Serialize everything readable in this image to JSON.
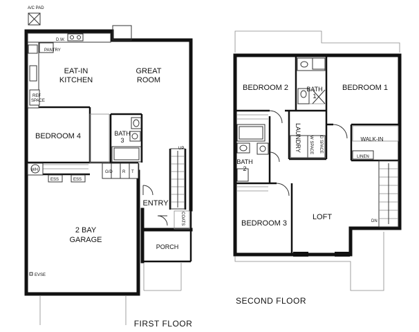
{
  "first_floor": {
    "title": "FIRST FLOOR",
    "labels": {
      "ac_pad": "A/C PAD",
      "pantry": "PANTRY",
      "dw": "D.W.",
      "eat_in_kitchen_1": "EAT-IN",
      "eat_in_kitchen_2": "KITCHEN",
      "great_room_1": "GREAT",
      "great_room_2": "ROOM",
      "ref_space_1": "REF",
      "ref_space_2": "SPACE",
      "bedroom4": "BEDROOM 4",
      "bath3_1": "BATH",
      "bath3_2": "3",
      "wh": "WH",
      "ess1": "ESS",
      "ess2": "ESS",
      "up": "UP",
      "entry": "ENTRY",
      "coats": "COATS",
      "garage_1": "2 BAY",
      "garage_2": "GARAGE",
      "porch": "PORCH",
      "evse": "EVSE",
      "gd": "G/D",
      "r": "R",
      "t": "T"
    }
  },
  "second_floor": {
    "title": "SECOND FLOOR",
    "labels": {
      "bedroom2": "BEDROOM 2",
      "bath1_1": "BATH",
      "bath1_2": "1",
      "bedroom1": "BEDROOM 1",
      "laundry": "LAUNDRY",
      "w_space": "W SPACE",
      "d_space": "D SPACE",
      "walk_in": "WALK-IN",
      "linen": "LINEN",
      "bath2_1": "BATH",
      "bath2_2": "2",
      "bedroom3": "BEDROOM 3",
      "loft": "LOFT",
      "dn": "DN"
    }
  }
}
